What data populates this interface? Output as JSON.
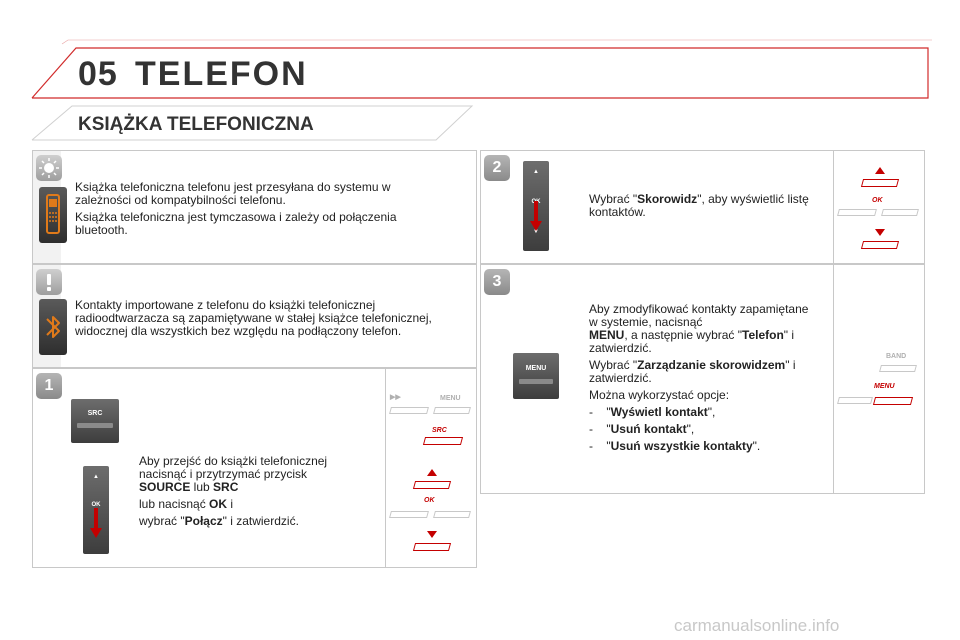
{
  "header": {
    "chapter_number": "05",
    "chapter_title": "TELEFON",
    "section_title": "KSIĄŻKA TELEFONICZNA"
  },
  "info_panel": {
    "p1": "Książka telefoniczna telefonu jest przesyłana do systemu w zależności od kompatybilności telefonu.",
    "p2": "Książka telefoniczna jest tymczasowa i zależy od połączenia bluetooth."
  },
  "warning_panel": {
    "text": "Kontakty importowane z telefonu do książki telefonicznej radioodtwarzacza są zapamiętywane w stałej książce telefonicznej, widocznej dla wszystkich bez względu na podłączony telefon."
  },
  "step1": {
    "number": "1",
    "line1": "Aby przejść do książki telefonicznej nacisnąć i przytrzymać przycisk",
    "source": "SOURCE",
    "or1": " lub ",
    "src": "SRC",
    "line2a": "lub nacisnąć ",
    "ok": "OK",
    "line2b": " i",
    "line3a": "wybrać \"",
    "polacz": "Połącz",
    "line3b": "\" i zatwierdzić."
  },
  "step2": {
    "number": "2",
    "line_a": "Wybrać \"",
    "skorowidz": "Skorowidz",
    "line_b": "\", aby wyświetlić listę kontaktów."
  },
  "step3": {
    "number": "3",
    "p1": "Aby zmodyfikować kontakty zapamiętane w systemie, nacisnąć",
    "menu": "MENU",
    "p1b": ", a następnie wybrać \"",
    "telefon": "Telefon",
    "p1c": "\" i zatwierdzić.",
    "p2a": "Wybrać \"",
    "zarzadzanie": "Zarządzanie skorowidzem",
    "p2b": "\" i zatwierdzić.",
    "p3": "Można wykorzystać opcje:",
    "opt_dash": "-",
    "opt1": "Wyświetl kontakt",
    "opt1_suffix": "\",",
    "opt2": "Usuń kontakt",
    "opt2_suffix": "\",",
    "opt3": "Usuń wszystkie kontakty",
    "opt3_suffix": "\".",
    "quote_open": "\""
  },
  "device_labels": {
    "src": "SRC",
    "ok": "OK",
    "menu": "MENU",
    "band": "BAND",
    "up": "▲",
    "down": "▼"
  },
  "watermark": "carmanualsonline.info",
  "colors": {
    "accent_red": "#c40000",
    "frame_red": "#d12b2b",
    "border_grey": "#c8c8c8"
  },
  "icons": {
    "info": "lightbulb-icon",
    "warning": "exclamation-icon",
    "phone": "phone-icon",
    "bluetooth": "bluetooth-icon"
  }
}
